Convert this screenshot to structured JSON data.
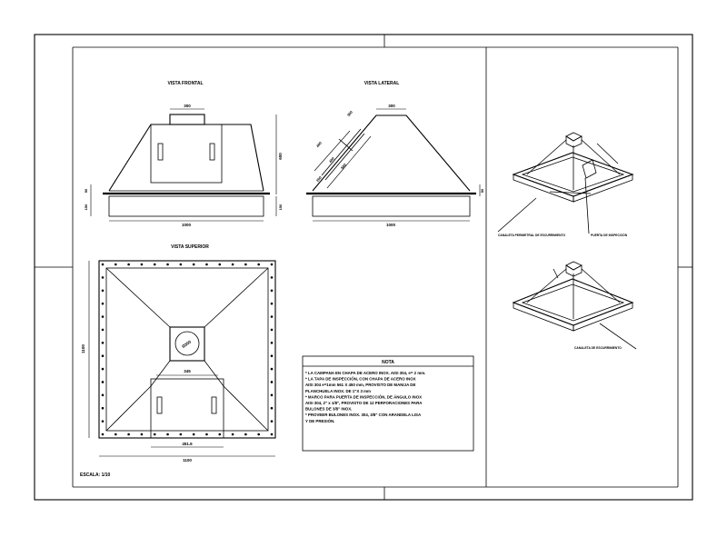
{
  "views": {
    "front_title": "VISTA FRONTAL",
    "side_title": "VISTA LATERAL",
    "top_title": "VISTA SUPERIOR"
  },
  "front_dims": {
    "top_width": "300",
    "overall_width": "1000",
    "height": "600",
    "left_flange": "50",
    "left_base": "150",
    "right_base": "150"
  },
  "side_dims": {
    "top_width": "300",
    "overall_width": "1000",
    "door_a": "350",
    "door_b": "400",
    "door_c": "400",
    "door_d": "500",
    "door_e": "250",
    "right_flange": "50"
  },
  "top_dims": {
    "height": "1100",
    "door_width": "345",
    "door_bottom": "451.6",
    "overall_width": "1100",
    "center_label": "Ø300"
  },
  "scale": "ESCALA: 1/10",
  "note": {
    "title": "NOTA",
    "lines": [
      "* LA CAMPANA EN CHAPA DE ACERO INOX. AISI 304, e= 2 mm.",
      "* LA TAPA DE INSPECCIÓN, CON CHAPA DE ACERO INOX",
      "  AISI 304 e=1mm 561 X 450 mm, PROVISTO DE MANIJA DE",
      "  PLANCHUELA INOX. DE 1\"X 3 mm",
      "* MARCO PARA PUERTA DE INSPECCIÓN, DE ÁNGULO INOX",
      "  AISI 304, 2\" x 1/8\", PROVISTO DE 12 PERFORACIONES PARA",
      "  BULONES DE 3/8\" INOX.",
      "* PROVEER BULONES INOX. 304, 3/8\" CON ARANDELA LISA",
      "  Y DE PRESIÓN."
    ]
  },
  "iso_labels": {
    "label_left": "CANALETA PERIMETRAL DE ESCURRIMIENTO",
    "label_right": "PUERTA DE INSPECCIÓN",
    "label_bottom": "CANALETA DE ESCURRIMIENTO"
  }
}
